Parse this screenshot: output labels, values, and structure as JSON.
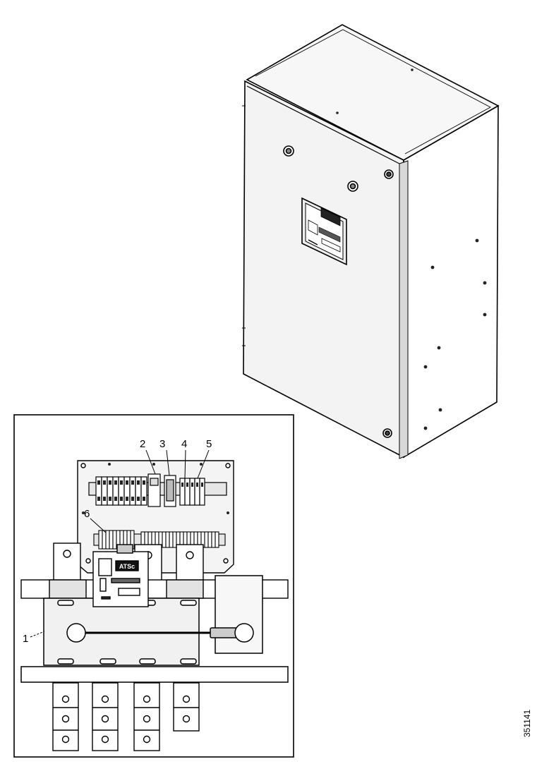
{
  "callouts": {
    "c1": "1",
    "c2": "2",
    "c3": "3",
    "c4": "4",
    "c5": "5",
    "c6": "6"
  },
  "document_id": "351141",
  "controller_logo": "ATSc",
  "colors": {
    "line": "#000000",
    "panel": "#f4f4f4",
    "shade": "#d8d8d8",
    "background": "#ffffff"
  }
}
